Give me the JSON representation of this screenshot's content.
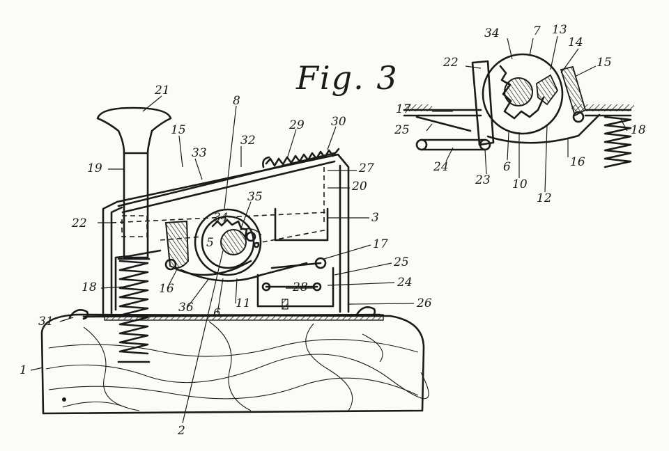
{
  "figure": {
    "title": "Fig. 3",
    "ink_color": "#1a1a1a",
    "paper_color": "#fbfbf7",
    "main_labels": [
      "21",
      "8",
      "15",
      "33",
      "32",
      "29",
      "30",
      "19",
      "27",
      "20",
      "22",
      "3",
      "35",
      "34",
      "5",
      "17",
      "25",
      "18",
      "16",
      "36",
      "6",
      "11",
      "28",
      "24",
      "26",
      "31",
      "1",
      "2"
    ],
    "detail_labels": [
      "34",
      "7",
      "13",
      "14",
      "22",
      "15",
      "17",
      "18",
      "25",
      "24",
      "6",
      "23",
      "10",
      "12",
      "16"
    ]
  }
}
